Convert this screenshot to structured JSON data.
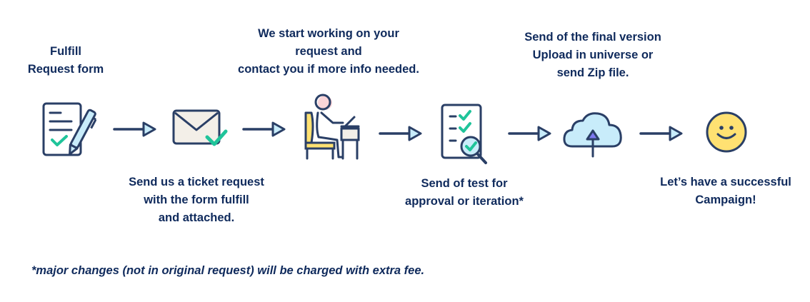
{
  "colors": {
    "text": "#0f2a5c",
    "stroke": "#2a3f66",
    "check": "#1fc49a",
    "light_blue": "#c8ecfa",
    "yellow": "#ffe172",
    "pink": "#f9d4d8",
    "cream": "#f3efe8",
    "purple": "#7d78f0"
  },
  "steps": [
    {
      "id": "fulfill-form",
      "icon": "form-pen-check-icon",
      "label_position": "top",
      "label_lines": [
        "Fulfill",
        "Request form"
      ]
    },
    {
      "id": "send-ticket",
      "icon": "envelope-check-icon",
      "label_position": "bottom",
      "label_lines": [
        "Send us a ticket request",
        "with the form fulfill",
        "and attached."
      ]
    },
    {
      "id": "work-on-request",
      "icon": "person-at-desk-icon",
      "label_position": "top",
      "label_lines": [
        "We start working on your",
        "request and",
        "contact you if more info needed."
      ]
    },
    {
      "id": "send-test",
      "icon": "checklist-magnifier-icon",
      "label_position": "bottom",
      "label_lines": [
        "Send of test for",
        "approval or iteration*"
      ]
    },
    {
      "id": "final-version",
      "icon": "cloud-upload-icon",
      "label_position": "top",
      "label_lines": [
        "Send of the final version",
        "Upload in universe or",
        "send Zip file."
      ]
    },
    {
      "id": "successful-campaign",
      "icon": "smiley-face-icon",
      "label_position": "bottom",
      "label_lines": [
        "Let’s have a successful",
        "Campaign!"
      ]
    }
  ],
  "footnote": "*major changes (not in original request) will be charged with extra fee."
}
